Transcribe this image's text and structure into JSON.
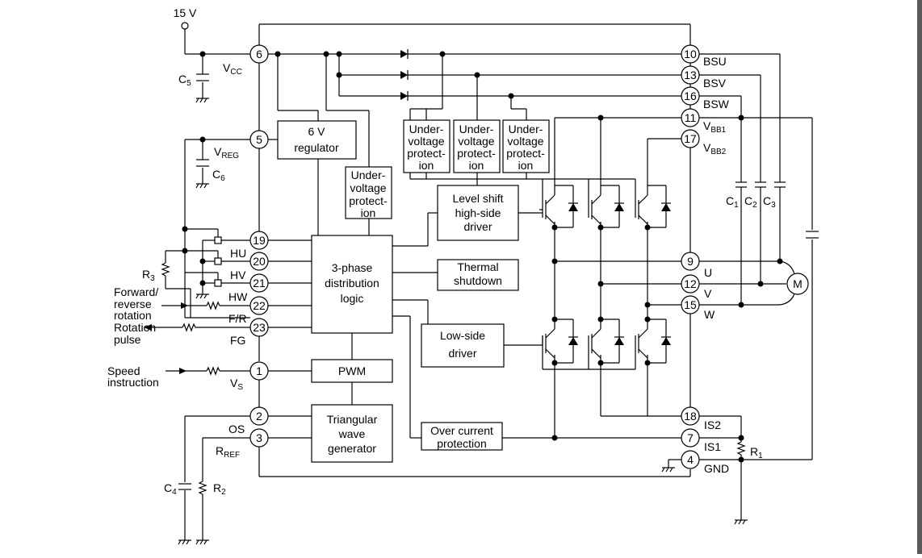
{
  "supply": {
    "label": "15 V"
  },
  "blocks": {
    "regulator": [
      "6 V",
      "regulator"
    ],
    "uvlo": [
      "Under-",
      "voltage",
      "protect-",
      "ion"
    ],
    "level_shift": [
      "Level shift",
      "high-side",
      "driver"
    ],
    "logic": [
      "3-phase",
      "distribution",
      "logic"
    ],
    "thermal": [
      "Thermal",
      "shutdown"
    ],
    "low_side": [
      "Low-side",
      "driver"
    ],
    "pwm": "PWM",
    "triangular": [
      "Triangular",
      "wave",
      "generator"
    ],
    "overcurrent": [
      "Over current",
      "protection"
    ]
  },
  "motor": {
    "label": "M"
  },
  "pins": {
    "p6": "6",
    "p5": "5",
    "p19": "19",
    "p20": "20",
    "p21": "21",
    "p22": "22",
    "p23": "23",
    "p1": "1",
    "p2": "2",
    "p3": "3",
    "p10": "10",
    "p13": "13",
    "p16": "16",
    "p11": "11",
    "p17": "17",
    "p9": "9",
    "p12": "12",
    "p15": "15",
    "p18": "18",
    "p7": "7",
    "p4": "4"
  },
  "labels": {
    "vcc_main": "V",
    "vcc_sub": "CC",
    "c5_main": "C",
    "c5_sub": "5",
    "vreg_main": "V",
    "vreg_sub": "REG",
    "c6_main": "C",
    "c6_sub": "6",
    "hu": "HU",
    "hv": "HV",
    "hw": "HW",
    "fr": "F/R",
    "fg": "FG",
    "r3_main": "R",
    "r3_sub": "3",
    "fwd": [
      "Forward/",
      "reverse",
      "rotation"
    ],
    "rot": [
      "Rotation",
      "pulse"
    ],
    "speed": [
      "Speed",
      "instruction"
    ],
    "vs_main": "V",
    "vs_sub": "S",
    "os": "OS",
    "rref_main": "R",
    "rref_sub": "REF",
    "c4_main": "C",
    "c4_sub": "4",
    "r2_main": "R",
    "r2_sub": "2",
    "bsu": "BSU",
    "bsv": "BSV",
    "bsw": "BSW",
    "vbb1_main": "V",
    "vbb1_sub": "BB1",
    "vbb2_main": "V",
    "vbb2_sub": "BB2",
    "c1_main": "C",
    "c1_sub": "1",
    "c2_main": "C",
    "c2_sub": "2",
    "c3_main": "C",
    "c3_sub": "3",
    "u": "U",
    "v": "V",
    "w": "W",
    "is2": "IS2",
    "is1": "IS1",
    "gnd": "GND",
    "r1_main": "R",
    "r1_sub": "1"
  }
}
